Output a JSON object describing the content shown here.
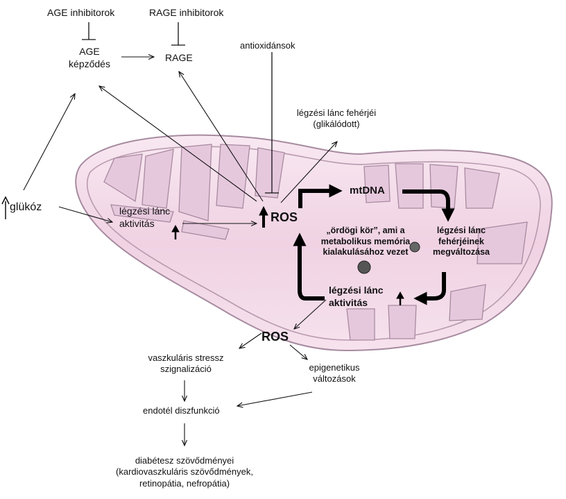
{
  "labels": {
    "age_inhibitors": "AGE inhibitorok",
    "rage_inhibitors": "RAGE inhibitorok",
    "age_formation_1": "AGE",
    "age_formation_2": "képződés",
    "rage": "RAGE",
    "antioxidants": "antioxidánsok",
    "resp_chain_proteins_1": "légzési lánc fehérjéi",
    "resp_chain_proteins_2": "(glikálódott)",
    "glucose": "glükóz",
    "resp_activity_1": "légzési lánc",
    "resp_activity_2": "aktivitás",
    "ros_center": "ROS",
    "mtdna": "mtDNA",
    "vicious_1": "„ördögi kör”, ami a",
    "vicious_2": "metabolikus memória",
    "vicious_3": "kialakulásához vezet",
    "protein_change_1": "légzési lánc",
    "protein_change_2": "fehérjéinek",
    "protein_change_3": "megváltozása",
    "resp_activity_bold_1": "légzési lánc",
    "resp_activity_bold_2": "aktivitás",
    "ros_lower": "ROS",
    "vascular_1": "vaszkuláris stressz",
    "vascular_2": "szignalizáció",
    "epigenetic_1": "epigenetikus",
    "epigenetic_2": "változások",
    "endothelial": "endotél diszfunkció",
    "complications_1": "diabétesz szövődményei",
    "complications_2": "(kardiovaszkuláris szövődmények,",
    "complications_3": "retinopátia, nefropátia)"
  },
  "colors": {
    "membrane_fill": "#f3dbe8",
    "membrane_stroke": "#a78ba0",
    "cristae_fill": "#e6c8dd",
    "arrow": "#111111"
  }
}
